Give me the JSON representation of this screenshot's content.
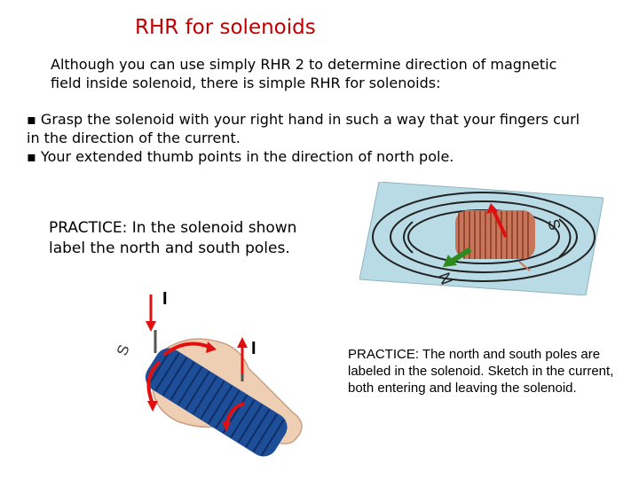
{
  "title": "RHR for solenoids",
  "intro": "Although you can use simply RHR 2 to determine direction of magnetic field inside solenoid, there is simple RHR for solenoids:",
  "bullets": [
    "▪ Grasp the solenoid with your right hand in such a way that your fingers curl in the direction of the current.",
    "▪ Your extended thumb points in the direction of north pole."
  ],
  "practice1": "PRACTICE: In the solenoid shown label the north and south poles.",
  "practice2": "PRACTICE: The north and south poles are labeled in the solenoid. Sketch in the current, both entering and leaving the solenoid.",
  "figure_top": {
    "pole_s": "S",
    "pole_n": "N"
  },
  "figure_bottom": {
    "current_in": "I",
    "current_out": "I",
    "pole_s": "S"
  },
  "colors": {
    "title": "#c00000",
    "coil_copper": "#c8755a",
    "coil_blue": "#1f4e99",
    "arrow_red": "#e01010",
    "arrow_green": "#2e8b1e",
    "plane": "#b8dbe6"
  }
}
